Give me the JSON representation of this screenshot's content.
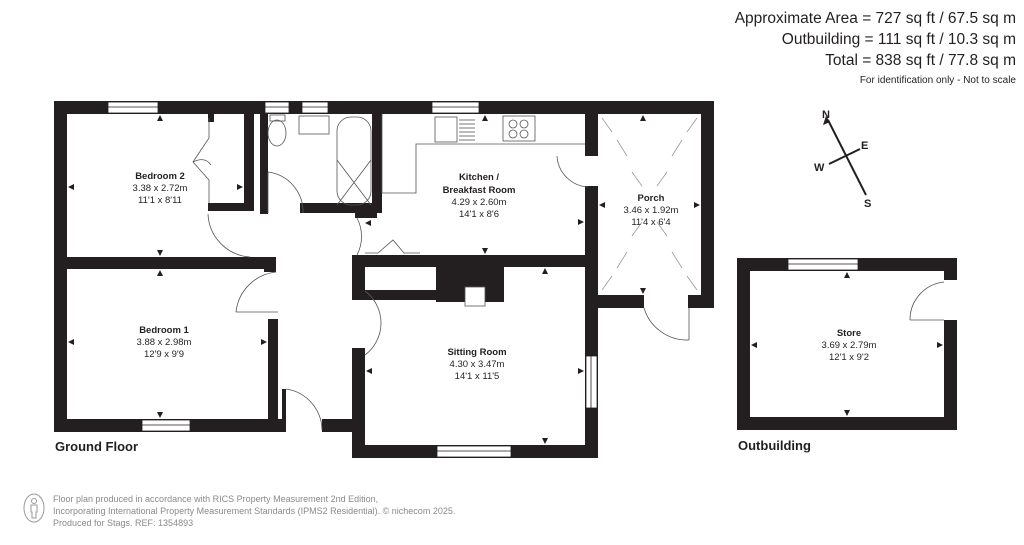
{
  "summary": {
    "area_line": "Approximate Area = 727 sq ft / 67.5 sq m",
    "outbuilding_line": "Outbuilding = 111 sq ft / 10.3 sq m",
    "total_line": "Total = 838 sq ft / 77.8 sq m",
    "disclaimer": "For identification only - Not to scale"
  },
  "floors": {
    "ground": {
      "label": "Ground Floor"
    },
    "outbuilding": {
      "label": "Outbuilding"
    }
  },
  "rooms": {
    "bedroom2": {
      "name": "Bedroom 2",
      "metric": "3.38 x 2.72m",
      "imperial": "11'1 x 8'11"
    },
    "kitchen": {
      "name_line1": "Kitchen /",
      "name_line2": "Breakfast Room",
      "metric": "4.29 x 2.60m",
      "imperial": "14'1 x 8'6"
    },
    "porch": {
      "name": "Porch",
      "metric": "3.46 x 1.92m",
      "imperial": "11'4 x 6'4"
    },
    "bedroom1": {
      "name": "Bedroom 1",
      "metric": "3.88 x 2.98m",
      "imperial": "12'9 x 9'9"
    },
    "sitting": {
      "name": "Sitting Room",
      "metric": "4.30 x 3.47m",
      "imperial": "14'1 x 11'5"
    },
    "store": {
      "name": "Store",
      "metric": "3.69 x 2.79m",
      "imperial": "12'1 x 9'2"
    }
  },
  "compass": {
    "n": "N",
    "e": "E",
    "s": "S",
    "w": "W"
  },
  "footer": {
    "line1": "Floor plan produced in accordance with RICS Property Measurement 2nd Edition,",
    "line2": "Incorporating International Property Measurement Standards (IPMS2 Residential).   © nichecom 2025.",
    "line3": "Produced for Stags.   REF: 1354893"
  },
  "colors": {
    "wall": "#231f20",
    "text": "#231f20",
    "footer_text": "#8a8a8a",
    "fixture_line": "#555555"
  }
}
